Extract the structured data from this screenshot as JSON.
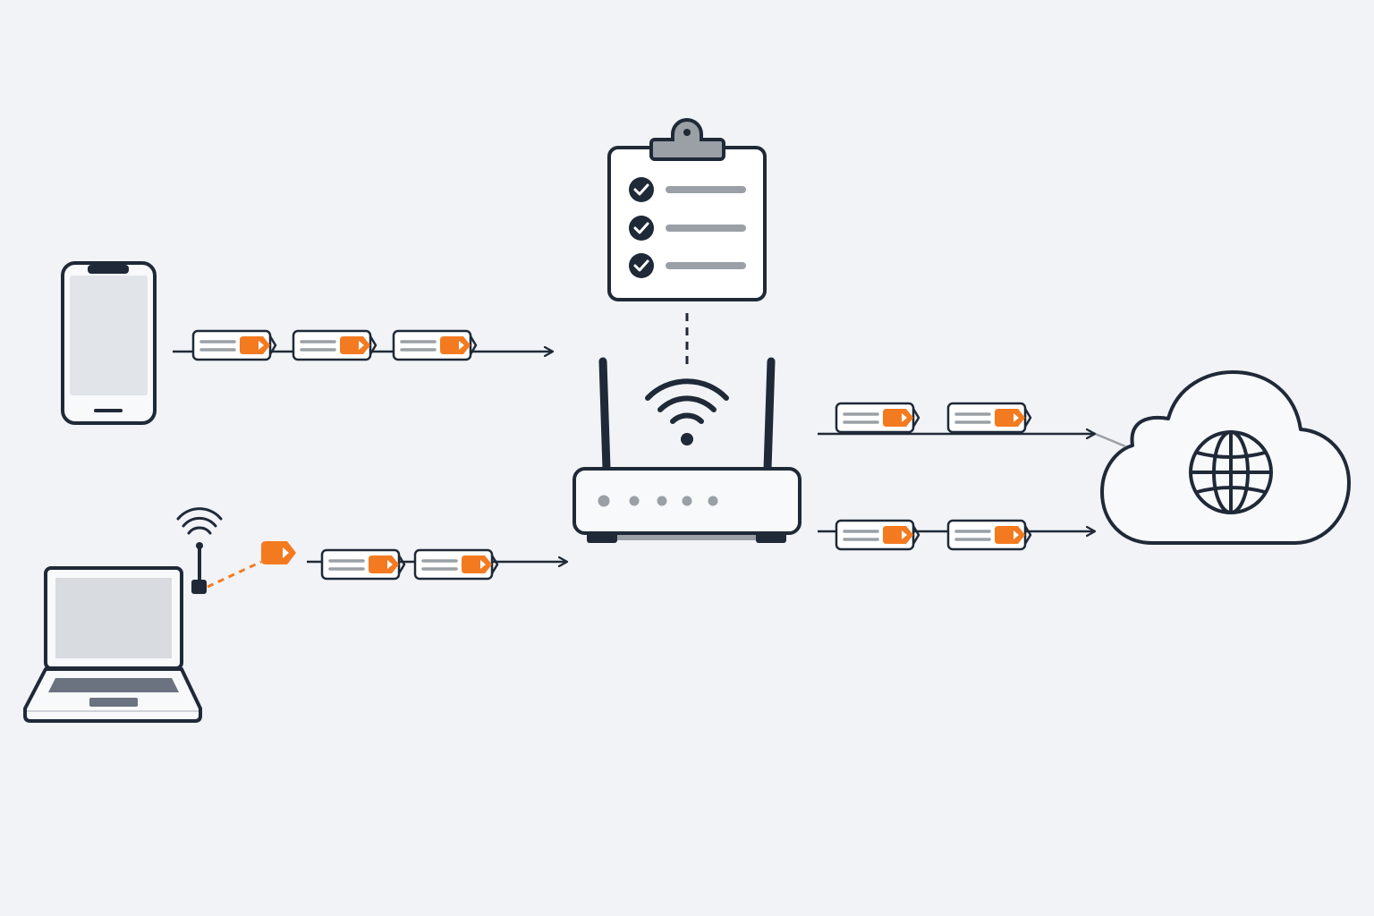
{
  "diagram": {
    "nodes": [
      {
        "id": "smartphone",
        "icon": "smartphone-icon"
      },
      {
        "id": "laptop",
        "icon": "laptop-icon"
      },
      {
        "id": "usb-wifi-adapter",
        "icon": "wifi-adapter-icon"
      },
      {
        "id": "router",
        "icon": "wifi-router-icon"
      },
      {
        "id": "rules-checklist",
        "icon": "clipboard-checklist-icon"
      },
      {
        "id": "internet-cloud",
        "icon": "globe-cloud-icon"
      }
    ],
    "flows": [
      {
        "id": "phone-to-router",
        "from": "smartphone",
        "to": "router",
        "packets": 3
      },
      {
        "id": "laptop-to-router",
        "from": "laptop",
        "to": "router",
        "packets": 2,
        "loose_tag": true
      },
      {
        "id": "router-to-cloud-upper",
        "from": "router",
        "to": "internet-cloud",
        "packets": 2
      },
      {
        "id": "router-to-cloud-lower",
        "from": "router",
        "to": "internet-cloud",
        "packets": 2
      },
      {
        "id": "checklist-to-router",
        "from": "rules-checklist",
        "to": "router",
        "style": "dashed"
      }
    ],
    "checklist_items": 3,
    "router_leds": 5
  },
  "colors": {
    "background": "#f1f3f6",
    "outline": "#1f2937",
    "fill_light": "#f8f9fb",
    "screen": "#e1e4e8",
    "packet_tag": "#f47a20",
    "packet_line": "#9aa0a6",
    "led": "#9aa0a6"
  }
}
